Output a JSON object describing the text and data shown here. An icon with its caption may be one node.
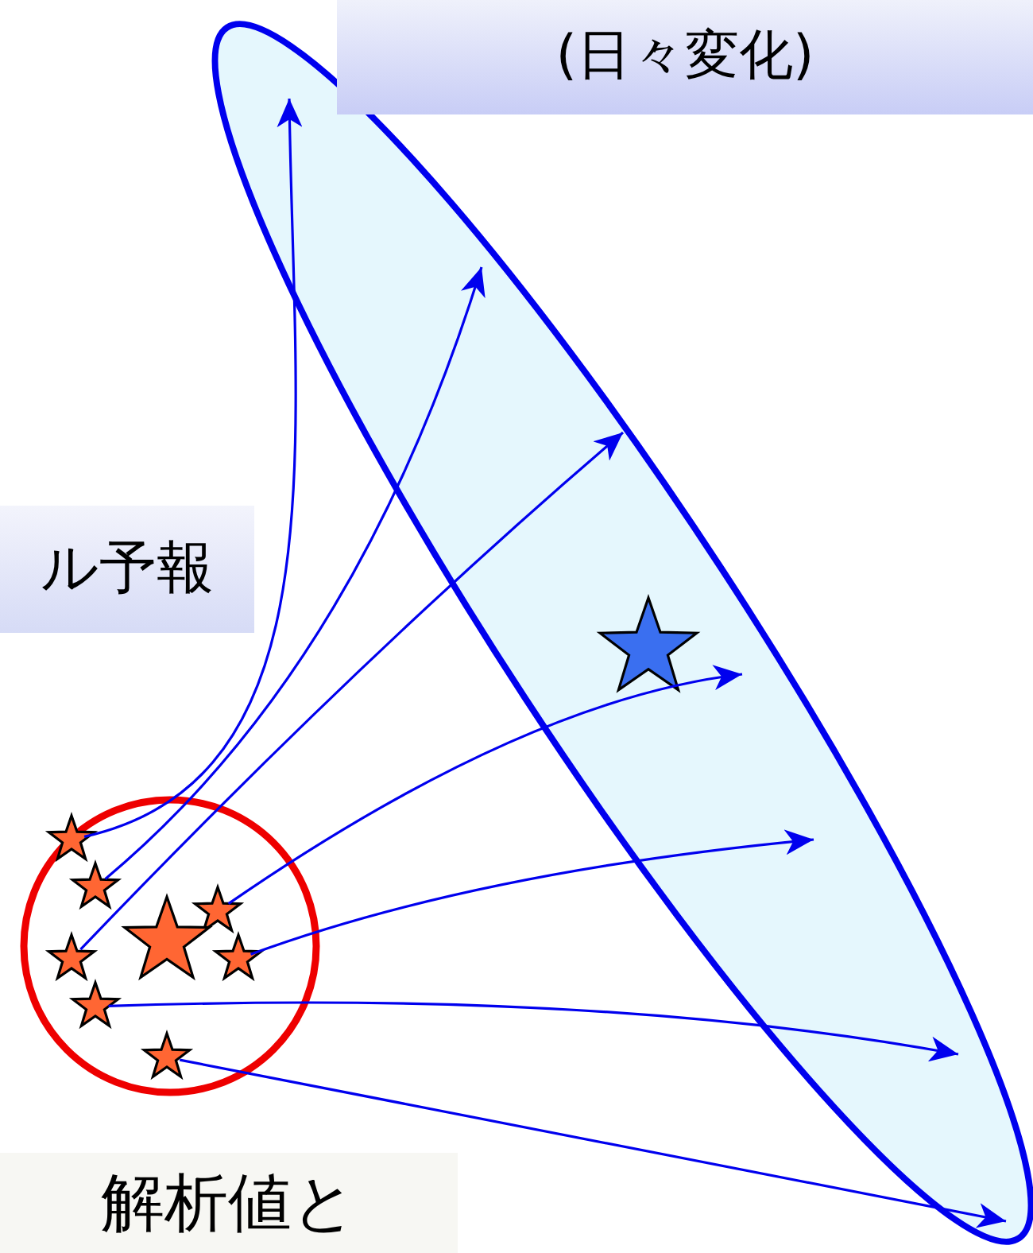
{
  "diagram": {
    "nodes": [
      {
        "text": [
          "(日々変化)"
        ]
      },
      {
        "text": [],
        "shape": "ellipse"
      },
      {
        "text": [],
        "shape": "star",
        "in": 1
      },
      {
        "text": [
          "ル予報"
        ]
      },
      {
        "text": [],
        "shape": "circle"
      },
      {
        "text": [],
        "shape": "star",
        "in": 4
      },
      {
        "text": [],
        "shape": "star",
        "in": 4
      },
      {
        "text": [],
        "shape": "star",
        "in": 4
      },
      {
        "text": [],
        "shape": "star",
        "in": 4
      },
      {
        "text": [],
        "shape": "star",
        "in": 4
      },
      {
        "text": [],
        "shape": "star",
        "in": 4
      },
      {
        "text": [],
        "shape": "star",
        "in": 4
      },
      {
        "text": [],
        "shape": "star",
        "in": 4
      },
      {
        "text": [
          "解析値と"
        ]
      }
    ],
    "edges": [
      {
        "from": 5,
        "to": 1,
        "arrow": "to"
      },
      {
        "from": 6,
        "to": 1,
        "arrow": "to"
      },
      {
        "from": 9,
        "to": 1,
        "arrow": "to"
      },
      {
        "from": 7,
        "to": 1,
        "arrow": "to"
      },
      {
        "from": 10,
        "to": 1,
        "arrow": "to"
      },
      {
        "from": 11,
        "to": 1,
        "arrow": "to"
      },
      {
        "from": 12,
        "to": 1,
        "arrow": "to"
      }
    ]
  }
}
